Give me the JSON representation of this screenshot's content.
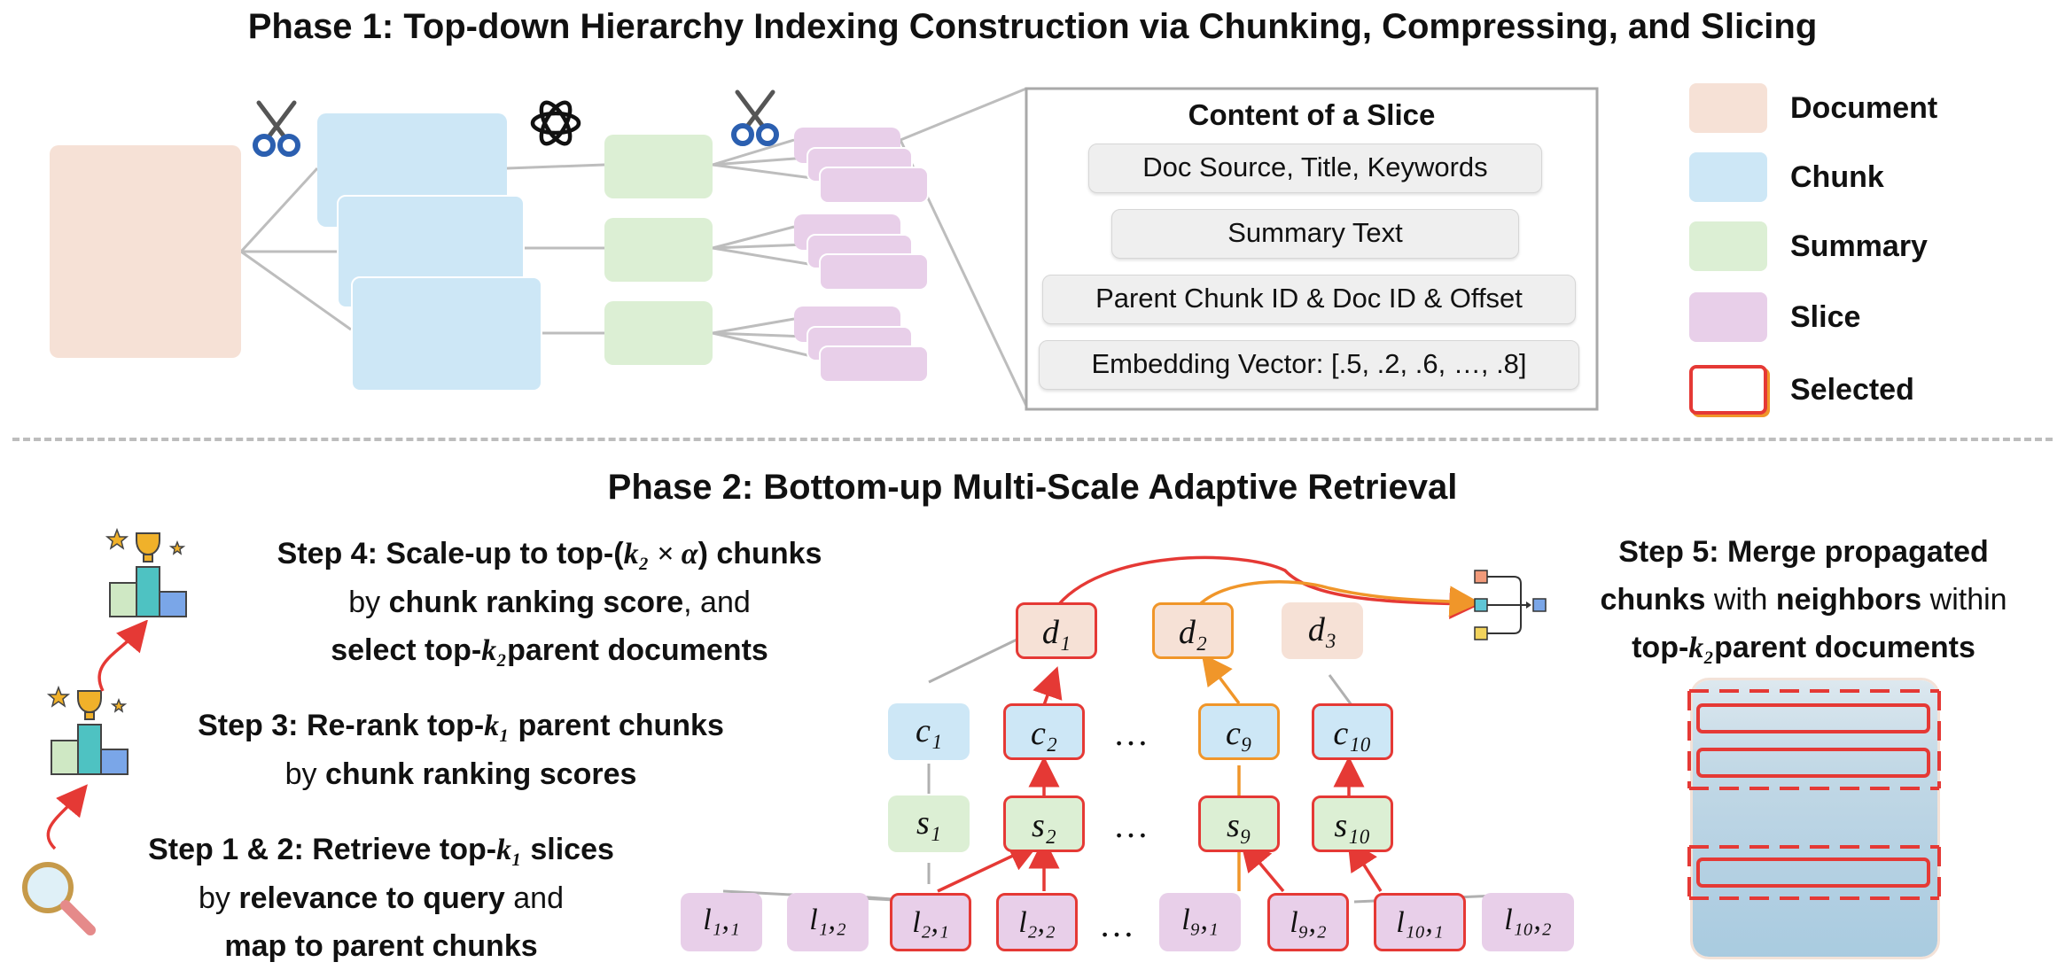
{
  "phase1": {
    "title": "Phase 1: Top-down Hierarchy Indexing Construction via Chunking, Compressing, and Slicing",
    "slice_panel": {
      "title": "Content of a Slice",
      "fields": [
        "Doc Source, Title, Keywords",
        "Summary Text",
        "Parent Chunk ID & Doc ID & Offset",
        "Embedding Vector: [.5, .2, .6, …, .8]"
      ]
    },
    "icons": [
      "scissors-icon",
      "openai-icon",
      "scissors-icon"
    ]
  },
  "legend": {
    "items": [
      {
        "label": "Document",
        "color": "#f6e1d6"
      },
      {
        "label": "Chunk",
        "color": "#cde7f6"
      },
      {
        "label": "Summary",
        "color": "#dcefd4"
      },
      {
        "label": "Slice",
        "color": "#e8cfe9"
      },
      {
        "label": "Selected",
        "color": "#e53935"
      }
    ]
  },
  "phase2": {
    "title": "Phase 2: Bottom-up Multi-Scale Adaptive Retrieval",
    "step4": {
      "a": "Step 4: Scale-up to top-(",
      "math": "k₂ × α",
      "b": ") chunks",
      "c": "by ",
      "d": "chunk ranking score",
      "e": ", and",
      "f": "select top-",
      "g": "k₂",
      "h": "parent documents"
    },
    "step3": {
      "a": "Step 3",
      "b": ": Re-rank top-",
      "math": "k₁",
      "c": " parent chunks",
      "d": "by ",
      "e": "chunk ranking scores"
    },
    "step12": {
      "a": "Step 1 & 2",
      "b": ": Retrieve top-",
      "math": "k₁",
      "c": " slices",
      "d": "by ",
      "e": "relevance to query",
      "f": " and",
      "g": "map to parent chunks"
    },
    "step5": {
      "a": "Step 5",
      "b": ": Merge propagated",
      "c": "chunks",
      "d": " with ",
      "e": "neighbors",
      "f": " within",
      "g": "top-",
      "h": "k₂",
      "i": "parent documents"
    },
    "tree": {
      "docs": [
        "d₁",
        "d₂",
        "d₃"
      ],
      "chunks": [
        "c₁",
        "c₂",
        "c₉",
        "c₁₀"
      ],
      "summaries": [
        "s₁",
        "s₂",
        "s₉",
        "s₁₀"
      ],
      "slices": [
        "l₁,₁",
        "l₁,₂",
        "l₂,₁",
        "l₂,₂",
        "l₉,₁",
        "l₉,₂",
        "l₁₀,₁",
        "l₁₀,₂"
      ],
      "ellipsis": "…"
    },
    "colors": {
      "selected": "#e53935",
      "propagated": "#f0962a",
      "edge": "#b0b0b0"
    }
  }
}
